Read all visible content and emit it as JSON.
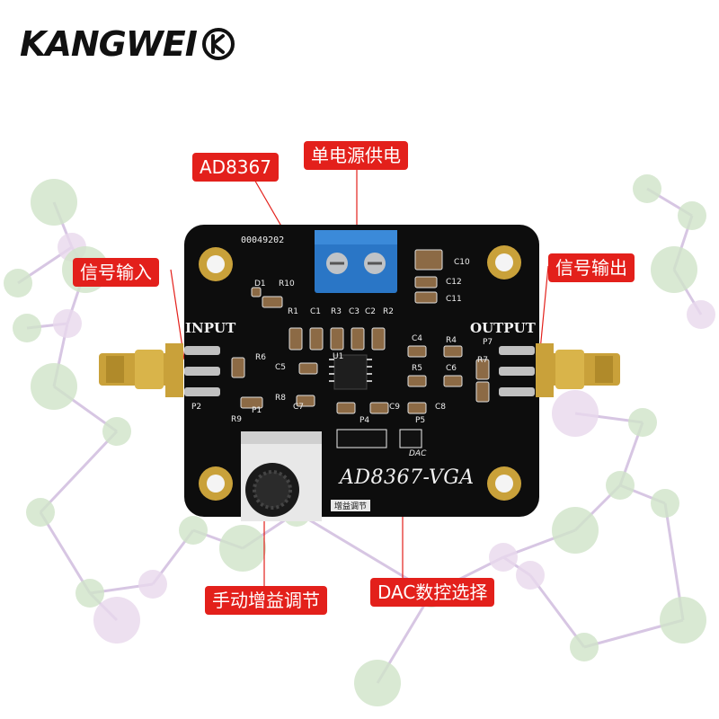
{
  "brand": {
    "name": "KANGWEI",
    "mark": "K"
  },
  "callouts": {
    "chip": "AD8367",
    "power": "单电源供电",
    "input": "信号输入",
    "output": "信号输出",
    "manual_gain": "手动增益调节",
    "dac_select": "DAC数控选择"
  },
  "board": {
    "input_label": "INPUT",
    "output_label": "OUTPUT",
    "model_label": "AD8367-VGA",
    "serial": "00049202",
    "refs": [
      "D1",
      "R10",
      "R1",
      "C1",
      "R3",
      "C3",
      "C2",
      "R2",
      "C10",
      "C12",
      "C11",
      "P2",
      "R6",
      "C5",
      "U1",
      "C4",
      "R4",
      "P7",
      "R5",
      "C6",
      "R7",
      "R8",
      "C7",
      "C9",
      "P1",
      "R9",
      "P4",
      "P5",
      "C8"
    ],
    "dac_silk": "DAC",
    "gain_silk": "增益调节"
  },
  "colors": {
    "callout_bg": "#e3201b",
    "pcb": "#0d0d0d",
    "gold": "#c9a13a",
    "terminal_blue": "#2a76c6",
    "network_node": "#cfe3c8",
    "network_line": "#d7c6e3"
  }
}
